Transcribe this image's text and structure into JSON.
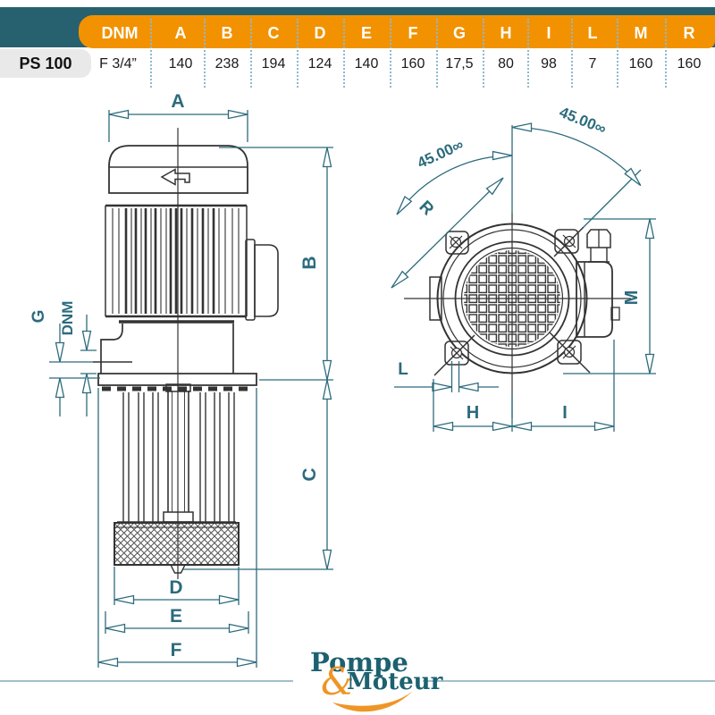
{
  "table": {
    "model": "PS 100",
    "columns": [
      "DNM",
      "A",
      "B",
      "C",
      "D",
      "E",
      "F",
      "G",
      "H",
      "I",
      "L",
      "M",
      "R"
    ],
    "values": [
      "F 3/4”",
      "140",
      "238",
      "194",
      "124",
      "140",
      "160",
      "17,5",
      "80",
      "98",
      "7",
      "160",
      "160"
    ]
  },
  "side_view_labels": {
    "A": "A",
    "B": "B",
    "C": "C",
    "D": "D",
    "E": "E",
    "F": "F",
    "G": "G",
    "DNM": "DNM"
  },
  "top_view_labels": {
    "H": "H",
    "I": "I",
    "L": "L",
    "M": "M",
    "R": "R",
    "angle_left": "45.00∞",
    "angle_right": "45.00∞"
  },
  "logo": {
    "word1": "Pompe",
    "ampersand": "&",
    "word2": "Moteur"
  },
  "colors": {
    "teal_band": "#27616f",
    "orange": "#f29200",
    "dimension_teal": "#2c6b7d",
    "drawing": "#333333",
    "logo_orange": "#ef9525",
    "logo_teal": "#1c6170",
    "separator_dots": "#8fb9cc",
    "model_bg": "#e9e9e9",
    "text_dark": "#1a1a1a"
  }
}
